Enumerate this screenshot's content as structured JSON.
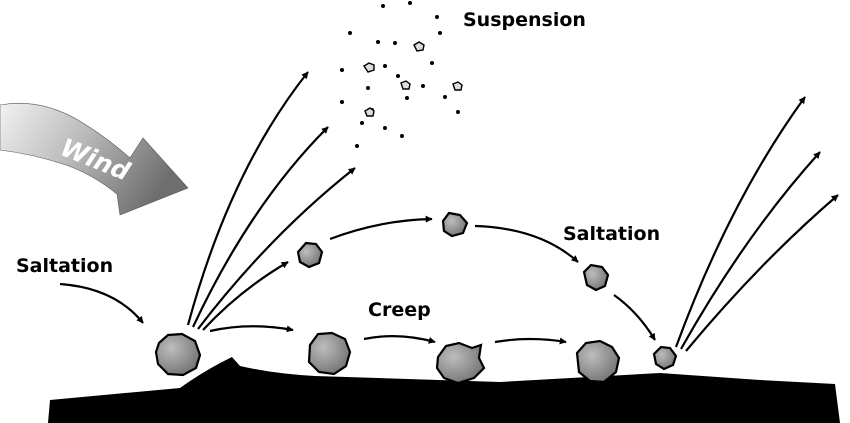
{
  "labels": {
    "wind": "Wind",
    "suspension": "Suspension",
    "saltation_left": "Saltation",
    "saltation_right": "Saltation",
    "creep": "Creep"
  },
  "colors": {
    "ground": "#000000",
    "grain_fill": "#8a8a8a",
    "wind_arrow_light": "#f0f0f0",
    "wind_arrow_dark": "#6e6e6e",
    "line": "#000000"
  }
}
